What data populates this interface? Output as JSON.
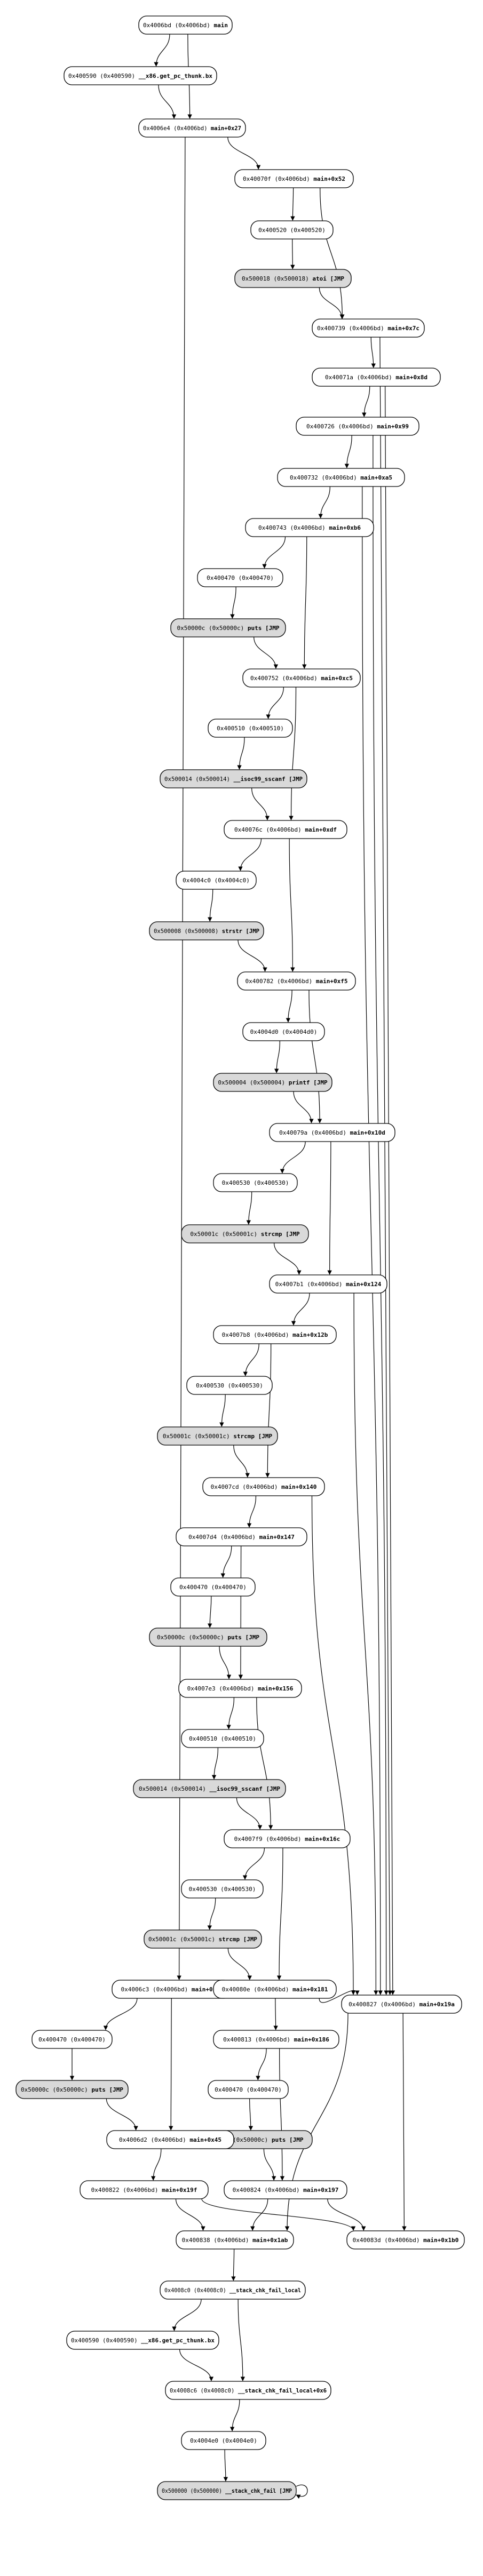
{
  "graph": {
    "nodes": [
      {
        "id": "n01",
        "addr": "0x4006bd",
        "paren": "(0x4006bd)",
        "sym": "main",
        "ext": false
      },
      {
        "id": "n02",
        "addr": "0x400590",
        "paren": "(0x400590)",
        "sym": "__x86.get_pc_thunk.bx",
        "ext": false
      },
      {
        "id": "n03",
        "addr": "0x4006e4",
        "paren": "(0x4006bd)",
        "sym": "main+0x27",
        "ext": false
      },
      {
        "id": "n04",
        "addr": "0x40070f",
        "paren": "(0x4006bd)",
        "sym": "main+0x52",
        "ext": false
      },
      {
        "id": "n05",
        "addr": "0x400520",
        "paren": "(0x400520)",
        "sym": "",
        "ext": false
      },
      {
        "id": "n06",
        "addr": "0x500018",
        "paren": "(0x500018)",
        "sym": "atoi [JMP",
        "ext": true
      },
      {
        "id": "n07",
        "addr": "0x400739",
        "paren": "(0x4006bd)",
        "sym": "main+0x7c",
        "ext": false
      },
      {
        "id": "n08",
        "addr": "0x40071a",
        "paren": "(0x4006bd)",
        "sym": "main+0x8d",
        "ext": false
      },
      {
        "id": "n09",
        "addr": "0x400726",
        "paren": "(0x4006bd)",
        "sym": "main+0x99",
        "ext": false
      },
      {
        "id": "n10",
        "addr": "0x400732",
        "paren": "(0x4006bd)",
        "sym": "main+0xa5",
        "ext": false
      },
      {
        "id": "n11",
        "addr": "0x400743",
        "paren": "(0x4006bd)",
        "sym": "main+0xb6",
        "ext": false
      },
      {
        "id": "n12",
        "addr": "0x400470",
        "paren": "(0x400470)",
        "sym": "",
        "ext": false
      },
      {
        "id": "n13",
        "addr": "0x50000c",
        "paren": "(0x50000c)",
        "sym": "puts [JMP",
        "ext": true
      },
      {
        "id": "n14",
        "addr": "0x400752",
        "paren": "(0x4006bd)",
        "sym": "main+0xc5",
        "ext": false
      },
      {
        "id": "n15",
        "addr": "0x400510",
        "paren": "(0x400510)",
        "sym": "",
        "ext": false
      },
      {
        "id": "n16",
        "addr": "0x500014",
        "paren": "(0x500014)",
        "sym": "__isoc99_sscanf [JMP",
        "ext": true
      },
      {
        "id": "n17",
        "addr": "0x40076c",
        "paren": "(0x4006bd)",
        "sym": "main+0xdf",
        "ext": false
      },
      {
        "id": "n18",
        "addr": "0x4004c0",
        "paren": "(0x4004c0)",
        "sym": "",
        "ext": false
      },
      {
        "id": "n19",
        "addr": "0x500008",
        "paren": "(0x500008)",
        "sym": "strstr [JMP",
        "ext": true
      },
      {
        "id": "n20",
        "addr": "0x400782",
        "paren": "(0x4006bd)",
        "sym": "main+0xf5",
        "ext": false
      },
      {
        "id": "n21",
        "addr": "0x4004d0",
        "paren": "(0x4004d0)",
        "sym": "",
        "ext": false
      },
      {
        "id": "n22",
        "addr": "0x500004",
        "paren": "(0x500004)",
        "sym": "printf [JMP",
        "ext": true
      },
      {
        "id": "n23",
        "addr": "0x40079a",
        "paren": "(0x4006bd)",
        "sym": "main+0x10d",
        "ext": false
      },
      {
        "id": "n24",
        "addr": "0x400530",
        "paren": "(0x400530)",
        "sym": "",
        "ext": false
      },
      {
        "id": "n25",
        "addr": "0x50001c",
        "paren": "(0x50001c)",
        "sym": "strcmp [JMP",
        "ext": true
      },
      {
        "id": "n26",
        "addr": "0x4007b1",
        "paren": "(0x4006bd)",
        "sym": "main+0x124",
        "ext": false
      },
      {
        "id": "n27",
        "addr": "0x4007b8",
        "paren": "(0x4006bd)",
        "sym": "main+0x12b",
        "ext": false
      },
      {
        "id": "n28",
        "addr": "0x400530",
        "paren": "(0x400530)",
        "sym": "",
        "ext": false
      },
      {
        "id": "n29",
        "addr": "0x50001c",
        "paren": "(0x50001c)",
        "sym": "strcmp [JMP",
        "ext": true
      },
      {
        "id": "n30",
        "addr": "0x4007cd",
        "paren": "(0x4006bd)",
        "sym": "main+0x140",
        "ext": false
      },
      {
        "id": "n31",
        "addr": "0x4007d4",
        "paren": "(0x4006bd)",
        "sym": "main+0x147",
        "ext": false
      },
      {
        "id": "n32",
        "addr": "0x400470",
        "paren": "(0x400470)",
        "sym": "",
        "ext": false
      },
      {
        "id": "n33",
        "addr": "0x50000c",
        "paren": "(0x50000c)",
        "sym": "puts [JMP",
        "ext": true
      },
      {
        "id": "n34",
        "addr": "0x4007e3",
        "paren": "(0x4006bd)",
        "sym": "main+0x156",
        "ext": false
      },
      {
        "id": "n35",
        "addr": "0x400510",
        "paren": "(0x400510)",
        "sym": "",
        "ext": false
      },
      {
        "id": "n36",
        "addr": "0x500014",
        "paren": "(0x500014)",
        "sym": "__isoc99_sscanf [JMP",
        "ext": true
      },
      {
        "id": "n37",
        "addr": "0x4007f9",
        "paren": "(0x4006bd)",
        "sym": "main+0x16c",
        "ext": false
      },
      {
        "id": "n38",
        "addr": "0x400530",
        "paren": "(0x400530)",
        "sym": "",
        "ext": false
      },
      {
        "id": "n39",
        "addr": "0x50001c",
        "paren": "(0x50001c)",
        "sym": "strcmp [JMP",
        "ext": true
      },
      {
        "id": "n40",
        "addr": "0x4006c3",
        "paren": "(0x4006bd)",
        "sym": "main+0x36",
        "ext": false
      },
      {
        "id": "n41",
        "addr": "0x40080e",
        "paren": "(0x4006bd)",
        "sym": "main+0x181",
        "ext": false
      },
      {
        "id": "n42",
        "addr": "0x400827",
        "paren": "(0x4006bd)",
        "sym": "main+0x19a",
        "ext": false
      },
      {
        "id": "n43",
        "addr": "0x400470",
        "paren": "(0x400470)",
        "sym": "",
        "ext": false
      },
      {
        "id": "n44",
        "addr": "0x400813",
        "paren": "(0x4006bd)",
        "sym": "main+0x186",
        "ext": false
      },
      {
        "id": "n45",
        "addr": "0x50000c",
        "paren": "(0x50000c)",
        "sym": "puts [JMP",
        "ext": true
      },
      {
        "id": "n46",
        "addr": "0x4006d2",
        "paren": "(0x4006bd)",
        "sym": "main+0x45",
        "ext": false
      },
      {
        "id": "n47",
        "addr": "0x400470",
        "paren": "(0x400470)",
        "sym": "",
        "ext": false
      },
      {
        "id": "n48",
        "addr": "0x50000c",
        "paren": "(0x50000c)",
        "sym": "puts [JMP",
        "ext": true
      },
      {
        "id": "n49",
        "addr": "0x400822",
        "paren": "(0x4006bd)",
        "sym": "main+0x19f",
        "ext": false
      },
      {
        "id": "n50",
        "addr": "0x400824",
        "paren": "(0x4006bd)",
        "sym": "main+0x197",
        "ext": false
      },
      {
        "id": "n51",
        "addr": "0x400838",
        "paren": "(0x4006bd)",
        "sym": "main+0x1ab",
        "ext": false
      },
      {
        "id": "n52",
        "addr": "0x40083d",
        "paren": "(0x4006bd)",
        "sym": "main+0x1b0",
        "ext": false
      },
      {
        "id": "n53",
        "addr": "0x4008c0",
        "paren": "(0x4008c0)",
        "sym": "__stack_chk_fail_local",
        "ext": false
      },
      {
        "id": "n54",
        "addr": "0x400590",
        "paren": "(0x400590)",
        "sym": "__x86.get_pc_thunk.bx",
        "ext": false
      },
      {
        "id": "n55",
        "addr": "0x4008c6",
        "paren": "(0x4008c0)",
        "sym": "__stack_chk_fail_local+0x6",
        "ext": false
      },
      {
        "id": "n56",
        "addr": "0x4004e0",
        "paren": "(0x4004e0)",
        "sym": "",
        "ext": false
      },
      {
        "id": "n57",
        "addr": "0x500000",
        "paren": "(0x500000)",
        "sym": "__stack_chk_fail [JMP",
        "ext": true
      }
    ],
    "edges": [
      [
        "n01",
        "n02"
      ],
      [
        "n01",
        "n03"
      ],
      [
        "n02",
        "n03"
      ],
      [
        "n03",
        "n04"
      ],
      [
        "n03",
        "n40"
      ],
      [
        "n04",
        "n05"
      ],
      [
        "n04",
        "n07"
      ],
      [
        "n05",
        "n06"
      ],
      [
        "n06",
        "n07"
      ],
      [
        "n07",
        "n08"
      ],
      [
        "n07",
        "n42"
      ],
      [
        "n08",
        "n09"
      ],
      [
        "n08",
        "n42"
      ],
      [
        "n09",
        "n10"
      ],
      [
        "n09",
        "n42"
      ],
      [
        "n10",
        "n11"
      ],
      [
        "n10",
        "n42"
      ],
      [
        "n11",
        "n12"
      ],
      [
        "n11",
        "n14"
      ],
      [
        "n12",
        "n13"
      ],
      [
        "n13",
        "n14"
      ],
      [
        "n14",
        "n15"
      ],
      [
        "n14",
        "n17"
      ],
      [
        "n15",
        "n16"
      ],
      [
        "n16",
        "n17"
      ],
      [
        "n17",
        "n18"
      ],
      [
        "n17",
        "n20"
      ],
      [
        "n18",
        "n19"
      ],
      [
        "n19",
        "n20"
      ],
      [
        "n20",
        "n21"
      ],
      [
        "n20",
        "n23"
      ],
      [
        "n21",
        "n22"
      ],
      [
        "n22",
        "n23"
      ],
      [
        "n23",
        "n24"
      ],
      [
        "n23",
        "n26"
      ],
      [
        "n24",
        "n25"
      ],
      [
        "n25",
        "n26"
      ],
      [
        "n26",
        "n27"
      ],
      [
        "n26",
        "n42"
      ],
      [
        "n27",
        "n28"
      ],
      [
        "n27",
        "n30"
      ],
      [
        "n28",
        "n29"
      ],
      [
        "n29",
        "n30"
      ],
      [
        "n30",
        "n31"
      ],
      [
        "n30",
        "n42"
      ],
      [
        "n31",
        "n32"
      ],
      [
        "n31",
        "n34"
      ],
      [
        "n32",
        "n33"
      ],
      [
        "n33",
        "n34"
      ],
      [
        "n34",
        "n35"
      ],
      [
        "n34",
        "n37"
      ],
      [
        "n35",
        "n36"
      ],
      [
        "n36",
        "n37"
      ],
      [
        "n37",
        "n38"
      ],
      [
        "n37",
        "n41"
      ],
      [
        "n38",
        "n39"
      ],
      [
        "n39",
        "n41"
      ],
      [
        "n41",
        "n42"
      ],
      [
        "n41",
        "n44"
      ],
      [
        "n40",
        "n47"
      ],
      [
        "n40",
        "n46"
      ],
      [
        "n47",
        "n48"
      ],
      [
        "n48",
        "n46"
      ],
      [
        "n46",
        "n49"
      ],
      [
        "n44",
        "n43"
      ],
      [
        "n44",
        "n50"
      ],
      [
        "n43",
        "n45"
      ],
      [
        "n45",
        "n50"
      ],
      [
        "n42",
        "n51"
      ],
      [
        "n42",
        "n52"
      ],
      [
        "n49",
        "n51"
      ],
      [
        "n49",
        "n52"
      ],
      [
        "n50",
        "n51"
      ],
      [
        "n50",
        "n52"
      ],
      [
        "n51",
        "n53"
      ],
      [
        "n53",
        "n54"
      ],
      [
        "n53",
        "n55"
      ],
      [
        "n54",
        "n55"
      ],
      [
        "n55",
        "n56"
      ],
      [
        "n56",
        "n57"
      ],
      [
        "n57",
        "n57"
      ]
    ]
  }
}
